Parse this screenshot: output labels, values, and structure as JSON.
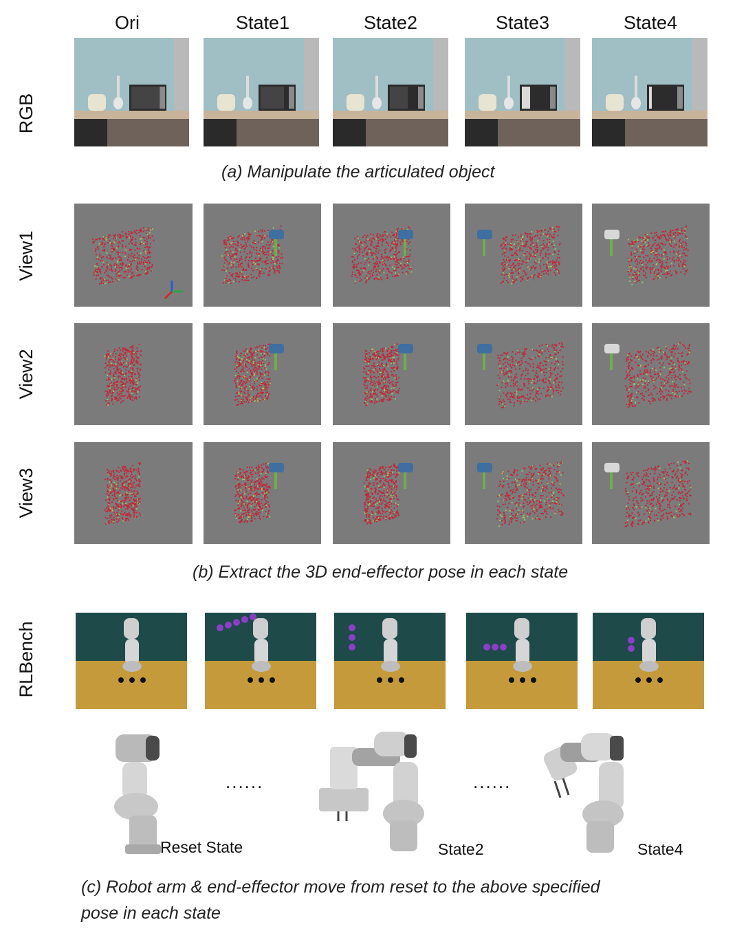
{
  "columns": [
    "Ori",
    "State1",
    "State2",
    "State3",
    "State4"
  ],
  "rows": {
    "rgb": "RGB",
    "view1": "View1",
    "view2": "View2",
    "view3": "View3",
    "rlbench": "RLBench"
  },
  "captions": {
    "a": "(a) Manipulate the articulated object",
    "b": "(b) Extract the 3D end-effector pose in each state",
    "c_line1": "(c) Robot arm & end-effector move from reset to the above specified",
    "c_line2": "pose in each state"
  },
  "bottom": {
    "reset_label": "Reset State",
    "state2_label": "State2",
    "state4_label": "State4",
    "ellipsis": "......"
  },
  "colors": {
    "wall": "#9fbfc4",
    "counter": "#c8b49a",
    "cabinet": "#6e625a",
    "pointcloud_bg": "#7b7b7b",
    "points": "#c0283a",
    "gripper": "#3e6fa0",
    "rlbench_wall": "#1e4a4a",
    "table": "#c49a3a",
    "waypoints": "#8a3fc6"
  }
}
